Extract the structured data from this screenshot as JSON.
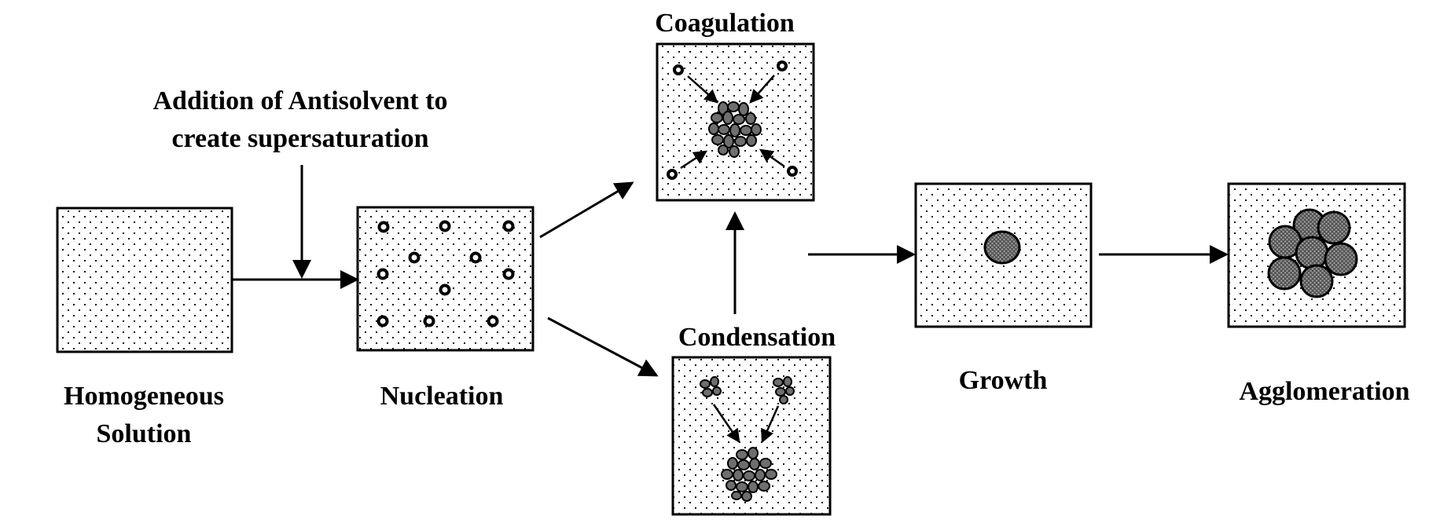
{
  "labels": {
    "antisolvent_line1": "Addition of Antisolvent to",
    "antisolvent_line2": "create supersaturation",
    "homogeneous_line1": "Homogeneous",
    "homogeneous_line2": "Solution",
    "nucleation": "Nucleation",
    "coagulation": "Coagulation",
    "condensation": "Condensation",
    "growth": "Growth",
    "agglomeration": "Agglomeration"
  }
}
